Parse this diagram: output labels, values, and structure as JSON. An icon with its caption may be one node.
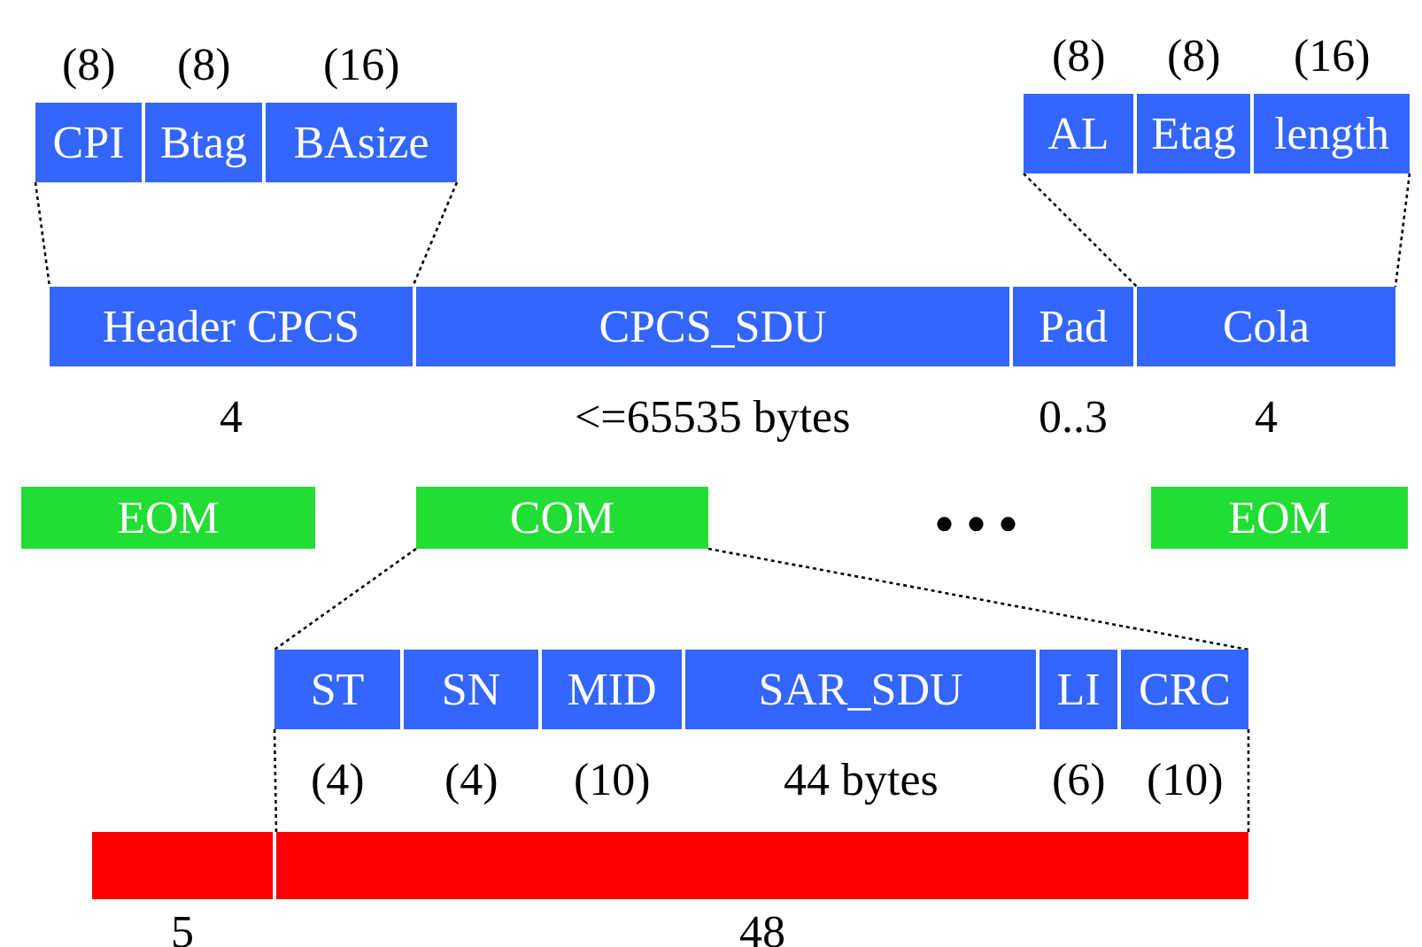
{
  "diagram": {
    "nodes": [
      {
        "text": [
          "CPI"
        ],
        "beside": [
          "(8)"
        ]
      },
      {
        "text": [
          "Btag"
        ],
        "beside": [
          "(8)"
        ]
      },
      {
        "text": [
          "BAsize"
        ],
        "beside": [
          "(16)"
        ]
      },
      {
        "text": [
          "AL"
        ],
        "beside": [
          "(8)"
        ]
      },
      {
        "text": [
          "Etag"
        ],
        "beside": [
          "(8)"
        ]
      },
      {
        "text": [
          "length"
        ],
        "beside": [
          "(16)"
        ]
      },
      {
        "text": [
          "Header CPCS"
        ],
        "beside": [
          "4"
        ]
      },
      {
        "text": [
          "CPCS_SDU"
        ],
        "beside": [
          "<=65535 bytes"
        ]
      },
      {
        "text": [
          "Pad"
        ],
        "beside": [
          "0..3"
        ]
      },
      {
        "text": [
          "Cola"
        ],
        "beside": [
          "4"
        ]
      },
      {
        "text": [
          "EOM"
        ]
      },
      {
        "text": [
          "COM"
        ]
      },
      {
        "text": [
          "EOM"
        ]
      },
      {
        "text": [
          "ST"
        ],
        "beside": [
          "(4)"
        ]
      },
      {
        "text": [
          "SN"
        ],
        "beside": [
          "(4)"
        ]
      },
      {
        "text": [
          "MID"
        ],
        "beside": [
          "(10)"
        ]
      },
      {
        "text": [
          "SAR_SDU"
        ],
        "beside": [
          "44 bytes"
        ]
      },
      {
        "text": [
          "LI"
        ],
        "beside": [
          "(6)"
        ]
      },
      {
        "text": [
          "CRC"
        ],
        "beside": [
          "(10)"
        ]
      },
      {
        "text": [],
        "shape": "bar",
        "beside": [
          "5"
        ]
      },
      {
        "text": [],
        "shape": "bar",
        "beside": [
          "48"
        ]
      }
    ],
    "edges": [
      {
        "from": 0,
        "to": 6,
        "arrow": "none",
        "style": "dashed"
      },
      {
        "from": 2,
        "to": 6,
        "arrow": "none",
        "style": "dashed"
      },
      {
        "from": 3,
        "to": 9,
        "arrow": "none",
        "style": "dashed"
      },
      {
        "from": 5,
        "to": 9,
        "arrow": "none",
        "style": "dashed"
      },
      {
        "from": 11,
        "to": 13,
        "arrow": "none",
        "style": "dashed"
      },
      {
        "from": 11,
        "to": 18,
        "arrow": "none",
        "style": "dashed"
      },
      {
        "from": 13,
        "to": 20,
        "arrow": "none",
        "style": "dashed"
      },
      {
        "from": 18,
        "to": 20,
        "arrow": "none",
        "style": "dashed"
      }
    ],
    "labels": [
      "• • •"
    ]
  }
}
